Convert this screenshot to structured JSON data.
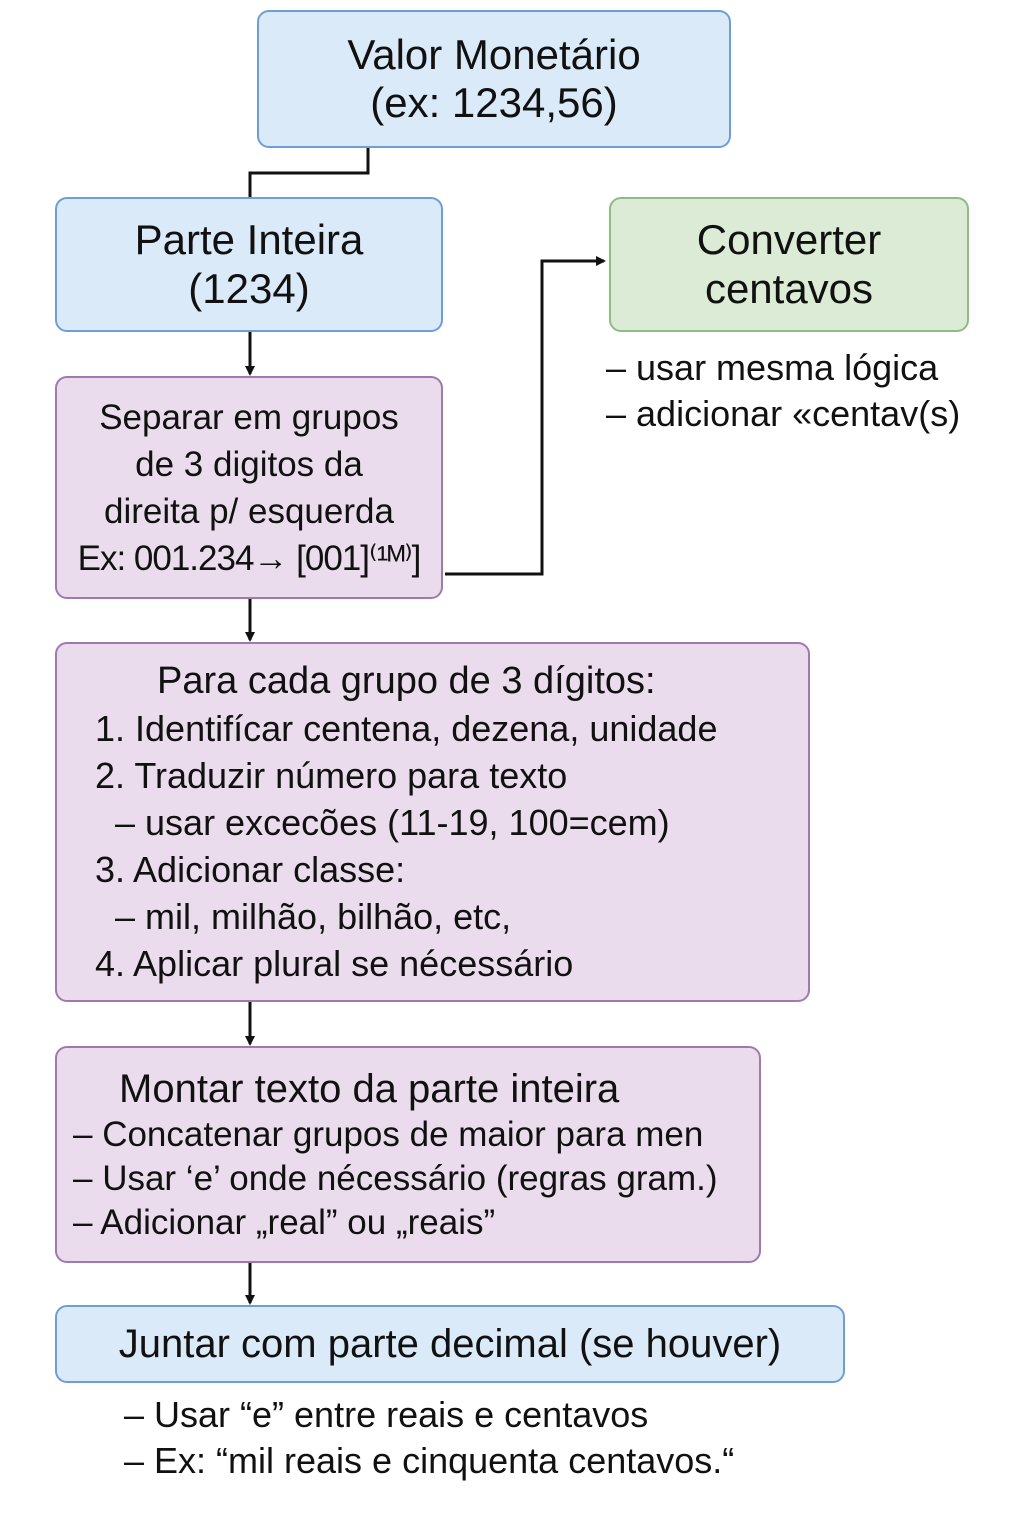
{
  "nodes": {
    "valor_monetario": {
      "lines": [
        "Valor Monetário",
        "(ex: 1234,56)"
      ],
      "color": "#dbeaf9"
    },
    "parte_inteira": {
      "lines": [
        "Parte Inteira",
        "(1234)"
      ],
      "color": "#dbeaf9"
    },
    "converter_centavos": {
      "lines": [
        "Converter",
        "centavos"
      ],
      "color": "#dcebd6"
    },
    "separar_grupos": {
      "lines": [
        "Separar em grupos",
        "de 3 digitos da",
        "direita p/ esquerda",
        "Ex: 001.234→ [001]⁽¹ᴹ⁾]"
      ],
      "color": "#eadcec"
    },
    "para_cada_grupo": {
      "title": "Para cada grupo de 3 dígitos:",
      "lines": [
        "1. Identifícar centena, dezena, unidade",
        "2. Traduzir número para texto",
        "  – usar excecões (11-19, 100=cem)",
        "3. Adicionar classe:",
        "  – mil, milhão, bilhão, etc,",
        "4. Aplicar plural se nécessário"
      ],
      "color": "#eadcec"
    },
    "montar_texto": {
      "title": "Montar texto da parte inteira",
      "lines": [
        "– Concatenar grupos de maior para men",
        "– Usar ‘e’ onde nécessário (regras gram.)",
        "– Adicionar „real” ou „reais”"
      ],
      "color": "#eadcec"
    },
    "juntar_decimal": {
      "lines": [
        "Juntar com parte decimal (se houver)"
      ],
      "color": "#dbeaf9"
    }
  },
  "notes": {
    "centavos": [
      "– usar mesma lógica",
      "– adicionar «centav(s)"
    ],
    "juntar": [
      "– Usar “e” entre reais e centavos",
      "– Ex: “mil reais e cinquenta centavos.“"
    ]
  }
}
